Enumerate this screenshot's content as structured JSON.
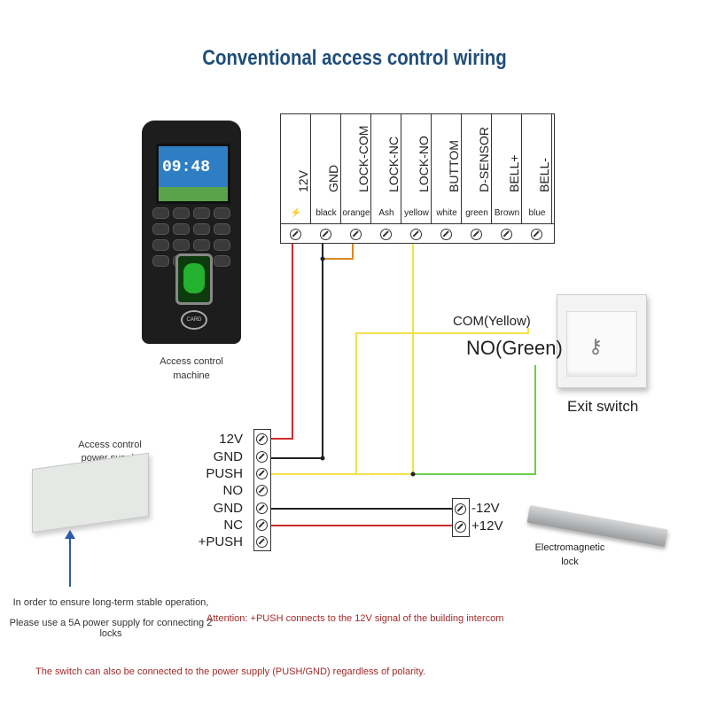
{
  "title": "Conventional access control wiring",
  "controller_terminals": [
    {
      "label": "12V",
      "color": "⚡"
    },
    {
      "label": "GND",
      "color": "black"
    },
    {
      "label": "LOCK-COM",
      "color": "orange"
    },
    {
      "label": "LOCK-NC",
      "color": "Ash"
    },
    {
      "label": "LOCK-NO",
      "color": "yellow"
    },
    {
      "label": "BUTTOM",
      "color": "white"
    },
    {
      "label": "D-SENSOR",
      "color": "green"
    },
    {
      "label": "BELL+",
      "color": "Brown"
    },
    {
      "label": "BELL-",
      "color": "blue"
    }
  ],
  "reader": {
    "time": "09:48",
    "caption_line1": "Access control",
    "caption_line2": "machine",
    "card_text": "CARD"
  },
  "exit_switch": {
    "com_label": "COM(Yellow)",
    "no_label": "NO(Green)",
    "caption": "Exit switch"
  },
  "power_supply": {
    "caption_line1": "Access control",
    "caption_line2": "power supply",
    "terminals": [
      "12V",
      "GND",
      "PUSH",
      "NO",
      "GND",
      "NC",
      "+PUSH"
    ]
  },
  "lock": {
    "terminals": [
      "-12V",
      "+12V"
    ],
    "caption_line1": "Electromagnetic",
    "caption_line2": "lock"
  },
  "notes": {
    "stability_line1": "In order to ensure long-term stable operation,",
    "stability_line2": "Please use a 5A power supply for connecting 2 locks",
    "attention": "Attention: +PUSH connects to the 12V signal of the building intercom",
    "switch_note": "The switch can also be connected to the power supply (PUSH/GND) regardless of polarity."
  },
  "wire_colors": {
    "red": "#d22b2b",
    "black": "#222222",
    "orange": "#d98b1f",
    "yellow": "#f2e14a",
    "green": "#6ccf4a"
  }
}
